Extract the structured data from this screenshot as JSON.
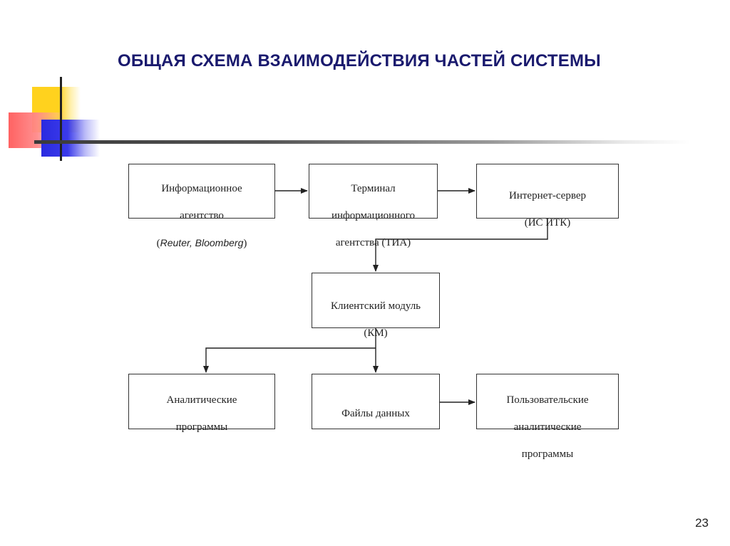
{
  "slide": {
    "title": "ОБЩАЯ СХЕМА ВЗАИМОДЕЙСТВИЯ ЧАСТЕЙ СИСТЕМЫ",
    "page_number": "23",
    "colors": {
      "title": "#1a1a6e",
      "accent_yellow": "#ffd21e",
      "accent_red": "#ff5a5a",
      "accent_blue": "#2a2ae0"
    }
  },
  "diagram": {
    "nodes": {
      "info_agency": {
        "line1": "Информационное",
        "line2": "агентство",
        "paren_open": "(",
        "italic": "Reuter, Bloomberg",
        "paren_close": ")"
      },
      "terminal": {
        "line1": "Терминал",
        "line2": "информационного",
        "line3": "агентства (ТИА)"
      },
      "internet_server": {
        "line1": "Интернет-сервер",
        "line2": "(ИС ИТК)"
      },
      "client_module": {
        "line1": "Клиентский модуль",
        "line2": "(КМ)"
      },
      "analytic_programs": {
        "line1": "Аналитические",
        "line2": "программы"
      },
      "data_files": {
        "line1": "Файлы данных"
      },
      "user_analytic_programs": {
        "line1": "Пользовательские",
        "line2": "аналитические",
        "line3": "программы"
      }
    }
  }
}
